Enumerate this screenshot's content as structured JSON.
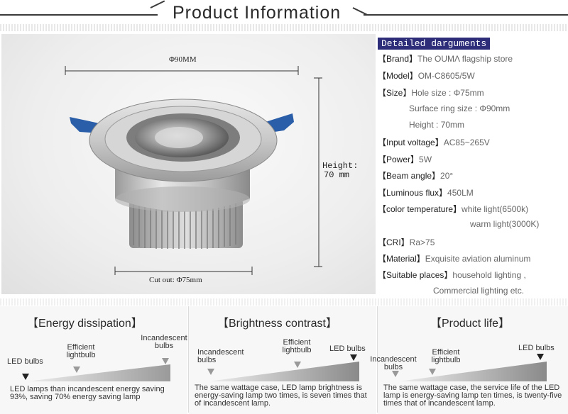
{
  "header": {
    "title": "Product Information"
  },
  "photo": {
    "width_label": "Φ90MM",
    "height_label": "Height:",
    "height_value": "70 mm",
    "cutout_label": "Cut out: Φ75mm"
  },
  "specs": {
    "heading": "Detailed darguments",
    "rows": [
      {
        "key": "【Brand】",
        "value": "The OUMΛ flagship store"
      },
      {
        "key": "【Model】",
        "value": "OM-C8605/5W"
      },
      {
        "key": "【Size】",
        "value": "Hole size : Φ75mm"
      },
      {
        "key": "",
        "value": "Surface ring size : Φ90mm"
      },
      {
        "key": "",
        "value": "Height : 70mm"
      },
      {
        "key": "【Input voltage】",
        "value": "AC85~265V"
      },
      {
        "key": "【Power】",
        "value": "5W"
      },
      {
        "key": "【Beam angle】",
        "value": "20°"
      },
      {
        "key": "【Luminous flux】",
        "value": "450LM"
      },
      {
        "key": "【color temperature】",
        "value": "white light(6500k)"
      },
      {
        "key": "",
        "value": "warm light(3000K)"
      },
      {
        "key": "【CRI】",
        "value": "Ra>75"
      },
      {
        "key": "【Material】",
        "value": "Exquisite aviation aluminum"
      },
      {
        "key": "【Suitable places】",
        "value": "household lighting ,"
      },
      {
        "key": "",
        "value": "Commercial lighting etc."
      }
    ]
  },
  "panels": [
    {
      "title": "【Energy dissipation】",
      "labels": {
        "a": "LED bulbs",
        "b": "Efficient lightbulb",
        "c": "Incandescent bulbs"
      },
      "desc": "LED lamps than incandescent energy saving 93%, saving 70% energy saving lamp"
    },
    {
      "title": "【Brightness contrast】",
      "labels": {
        "a": "Incandescent bulbs",
        "b": "Efficient lightbulb",
        "c": "LED bulbs"
      },
      "desc": "The same wattage case, LED lamp brightness is energy-saving lamp two times, is seven times that of incandescent lamp."
    },
    {
      "title": "【Product life】",
      "labels": {
        "a": "Incandescent bulbs",
        "b": "Efficient lightbulb",
        "c": "LED bulbs"
      },
      "desc": "The same wattage case, the service life of the LED lamp is energy-saving lamp ten times, is twenty-five times that of incandescent lamp."
    }
  ],
  "colors": {
    "spec_heading_bg": "#2d2d7a",
    "wire_blue": "#2a5ea8"
  }
}
